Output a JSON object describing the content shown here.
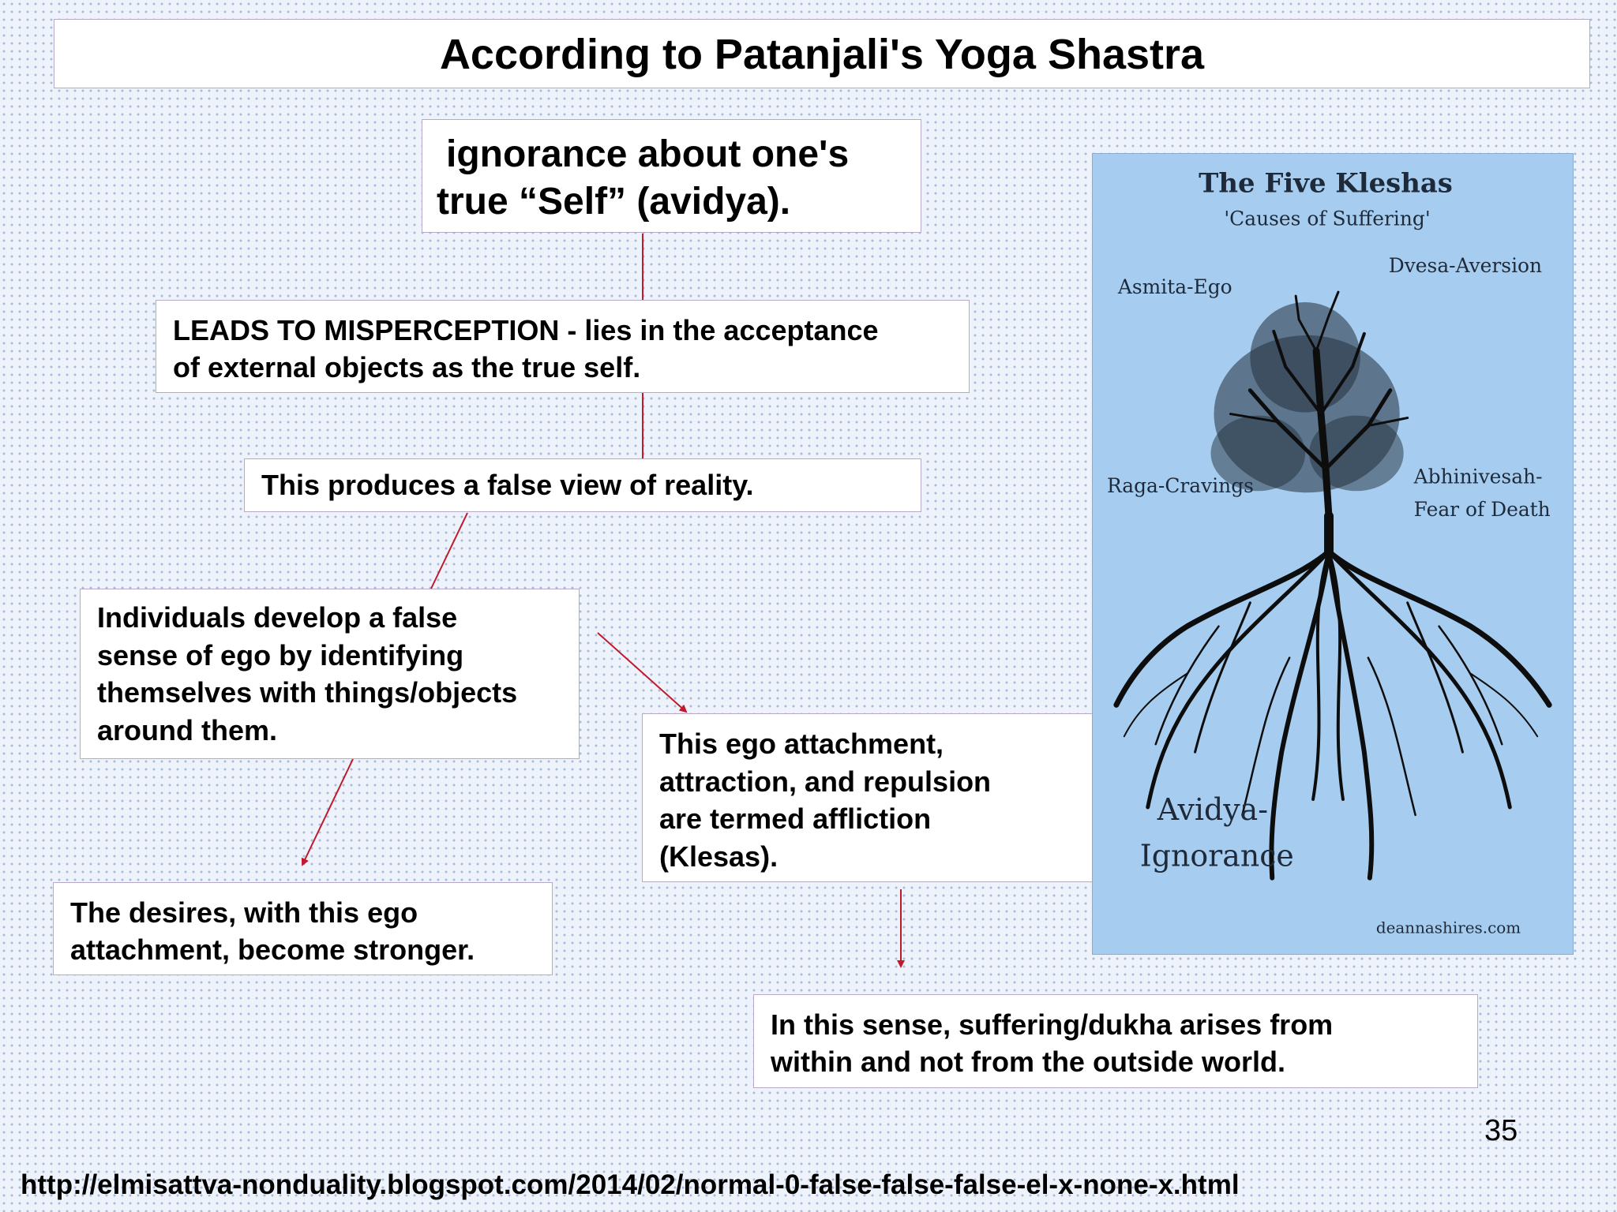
{
  "title": "According to Patanjali's Yoga Shastra",
  "boxes": {
    "avidya": [
      "ignorance about one's",
      "true “Self” (avidya)."
    ],
    "misperception": [
      "LEADS TO MISPERCEPTION - lies in the acceptance",
      "of external objects as the true self."
    ],
    "false_view": [
      "This produces a false view of reality."
    ],
    "false_ego": [
      "Individuals develop a false",
      "sense of ego by identifying",
      "themselves with things/objects",
      "around them."
    ],
    "desires": [
      "The desires, with this ego",
      "attachment, become stronger."
    ],
    "klesas": [
      "This ego attachment,",
      "attraction, and repulsion",
      "are termed affliction",
      "(Klesas)."
    ],
    "suffering": [
      "In this sense, suffering/dukha arises from",
      "within and not from the outside world."
    ]
  },
  "klesha_image": {
    "heading": "The Five Kleshas",
    "subheading": "'Causes of Suffering'",
    "asmita": "Asmita-Ego",
    "dvesa": "Dvesa-Aversion",
    "raga": "Raga-Cravings",
    "abhinivesa_1": "Abhinivesah-",
    "abhinivesa_2": "Fear of Death",
    "avidya_1": "Avidya-",
    "avidya_2": "Ignorance",
    "credit": "deannashires.com"
  },
  "page_number": "35",
  "source_url": "http://elmisattva-nonduality.blogspot.com/2014/02/normal-0-false-false-false-el-x-none-x.html",
  "colors": {
    "connector": "#c0192b",
    "box_border": "#b7a9c9",
    "panel_bg": "#a6cdf0",
    "tree": "#0d0d0d"
  }
}
